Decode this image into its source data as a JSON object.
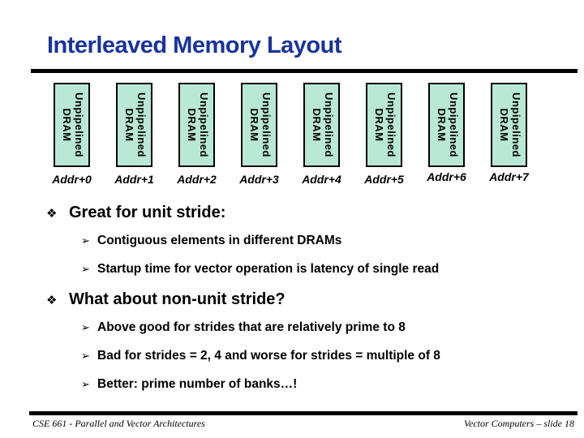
{
  "slide": {
    "title": "Interleaved Memory Layout",
    "title_color": "#19339e"
  },
  "diagram": {
    "box_line1": "Unpipelined",
    "box_line2": "DRAM",
    "box_fill": "#b9e8d6",
    "addresses": [
      "Addr+0",
      "Addr+1",
      "Addr+2",
      "Addr+3",
      "Addr+4",
      "Addr+5",
      "Addr+6",
      "Addr+7"
    ]
  },
  "bullets": [
    {
      "level": 1,
      "marker": "❖",
      "text": "Great for unit stride:"
    },
    {
      "level": 2,
      "marker": "➢",
      "text": "Contiguous elements in different DRAMs"
    },
    {
      "level": 2,
      "marker": "➢",
      "text": "Startup time for vector operation is latency of single read"
    },
    {
      "level": 1,
      "marker": "❖",
      "text": "What about non-unit stride?"
    },
    {
      "level": 2,
      "marker": "➢",
      "text": "Above good for strides that are relatively prime to 8"
    },
    {
      "level": 2,
      "marker": "➢",
      "text": "Bad for strides = 2, 4 and worse for strides = multiple of 8"
    },
    {
      "level": 2,
      "marker": "➢",
      "text": "Better: prime number of banks…!"
    }
  ],
  "footer": {
    "left": "CSE 661 - Parallel and Vector Architectures",
    "right": "Vector Computers – slide 18"
  }
}
